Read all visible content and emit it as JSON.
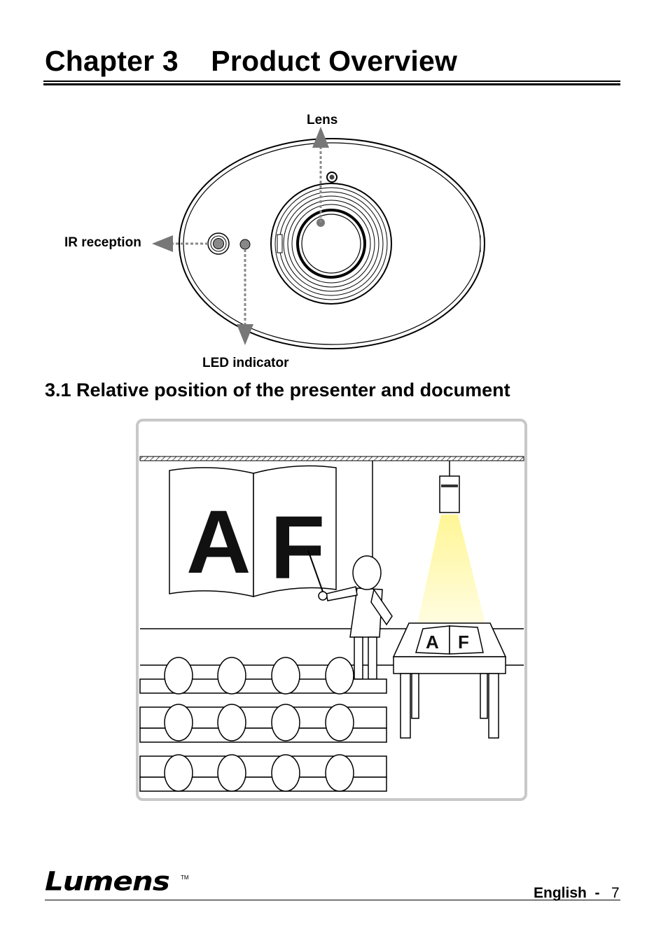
{
  "header": {
    "chapter_title": "Chapter 3    Product Overview"
  },
  "diagram": {
    "labels": {
      "lens": "Lens",
      "ir_reception": "IR reception",
      "led_indicator": "LED indicator"
    }
  },
  "section": {
    "heading": "3.1 Relative position of the presenter and document"
  },
  "illustration": {
    "board_letters": [
      "A",
      "F"
    ],
    "document_letters": [
      "A",
      "F"
    ],
    "colors": {
      "light_beam": "#fffab0"
    }
  },
  "footer": {
    "logo_text": "Lumens",
    "trademark": "TM",
    "language": "English  -",
    "page_number": "7"
  }
}
